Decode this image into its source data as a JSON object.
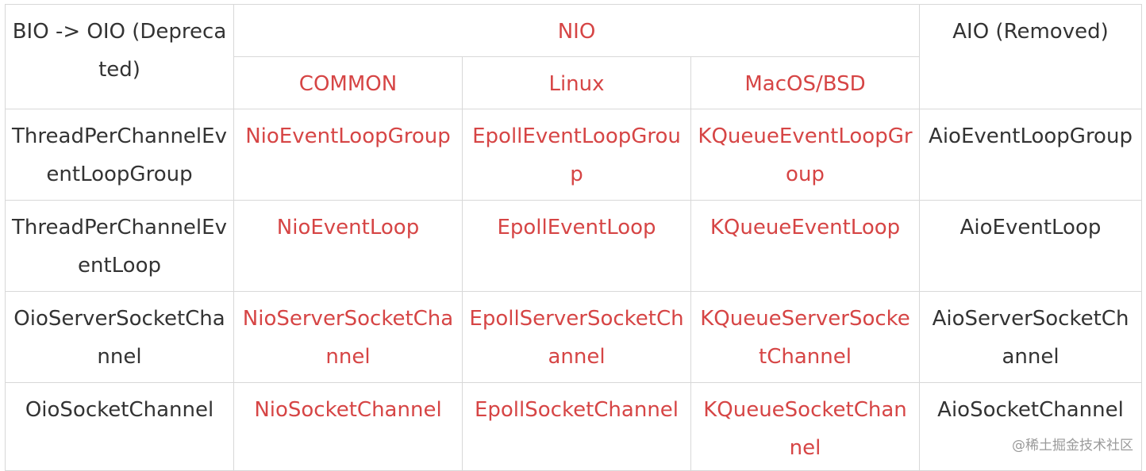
{
  "header": {
    "bio": "BIO -> OIO (Deprecated)",
    "nio": "NIO",
    "aio": "AIO (Removed)",
    "common": "COMMON",
    "linux": "Linux",
    "macos": "MacOS/BSD"
  },
  "rows": [
    {
      "bio": "ThreadPerChannelEventLoopGroup",
      "common": "NioEventLoopGroup",
      "linux": "EpollEventLoopGroup",
      "macos": "KQueueEventLoopGroup",
      "aio": "AioEventLoopGroup"
    },
    {
      "bio": "ThreadPerChannelEventLoop",
      "common": "NioEventLoop",
      "linux": "EpollEventLoop",
      "macos": "KQueueEventLoop",
      "aio": "AioEventLoop"
    },
    {
      "bio": "OioServerSocketChannel",
      "common": "NioServerSocketChannel",
      "linux": "EpollServerSocketChannel",
      "macos": "KQueueServerSocketChannel",
      "aio": "AioServerSocketChannel"
    },
    {
      "bio": "OioSocketChannel",
      "common": "NioSocketChannel",
      "linux": "EpollSocketChannel",
      "macos": "KQueueSocketChannel",
      "aio": "AioSocketChannel"
    }
  ],
  "watermark": "@稀土掘金技术社区",
  "colors": {
    "nio_text": "#d64545",
    "default_text": "#333333",
    "border": "#d8d8d8"
  }
}
